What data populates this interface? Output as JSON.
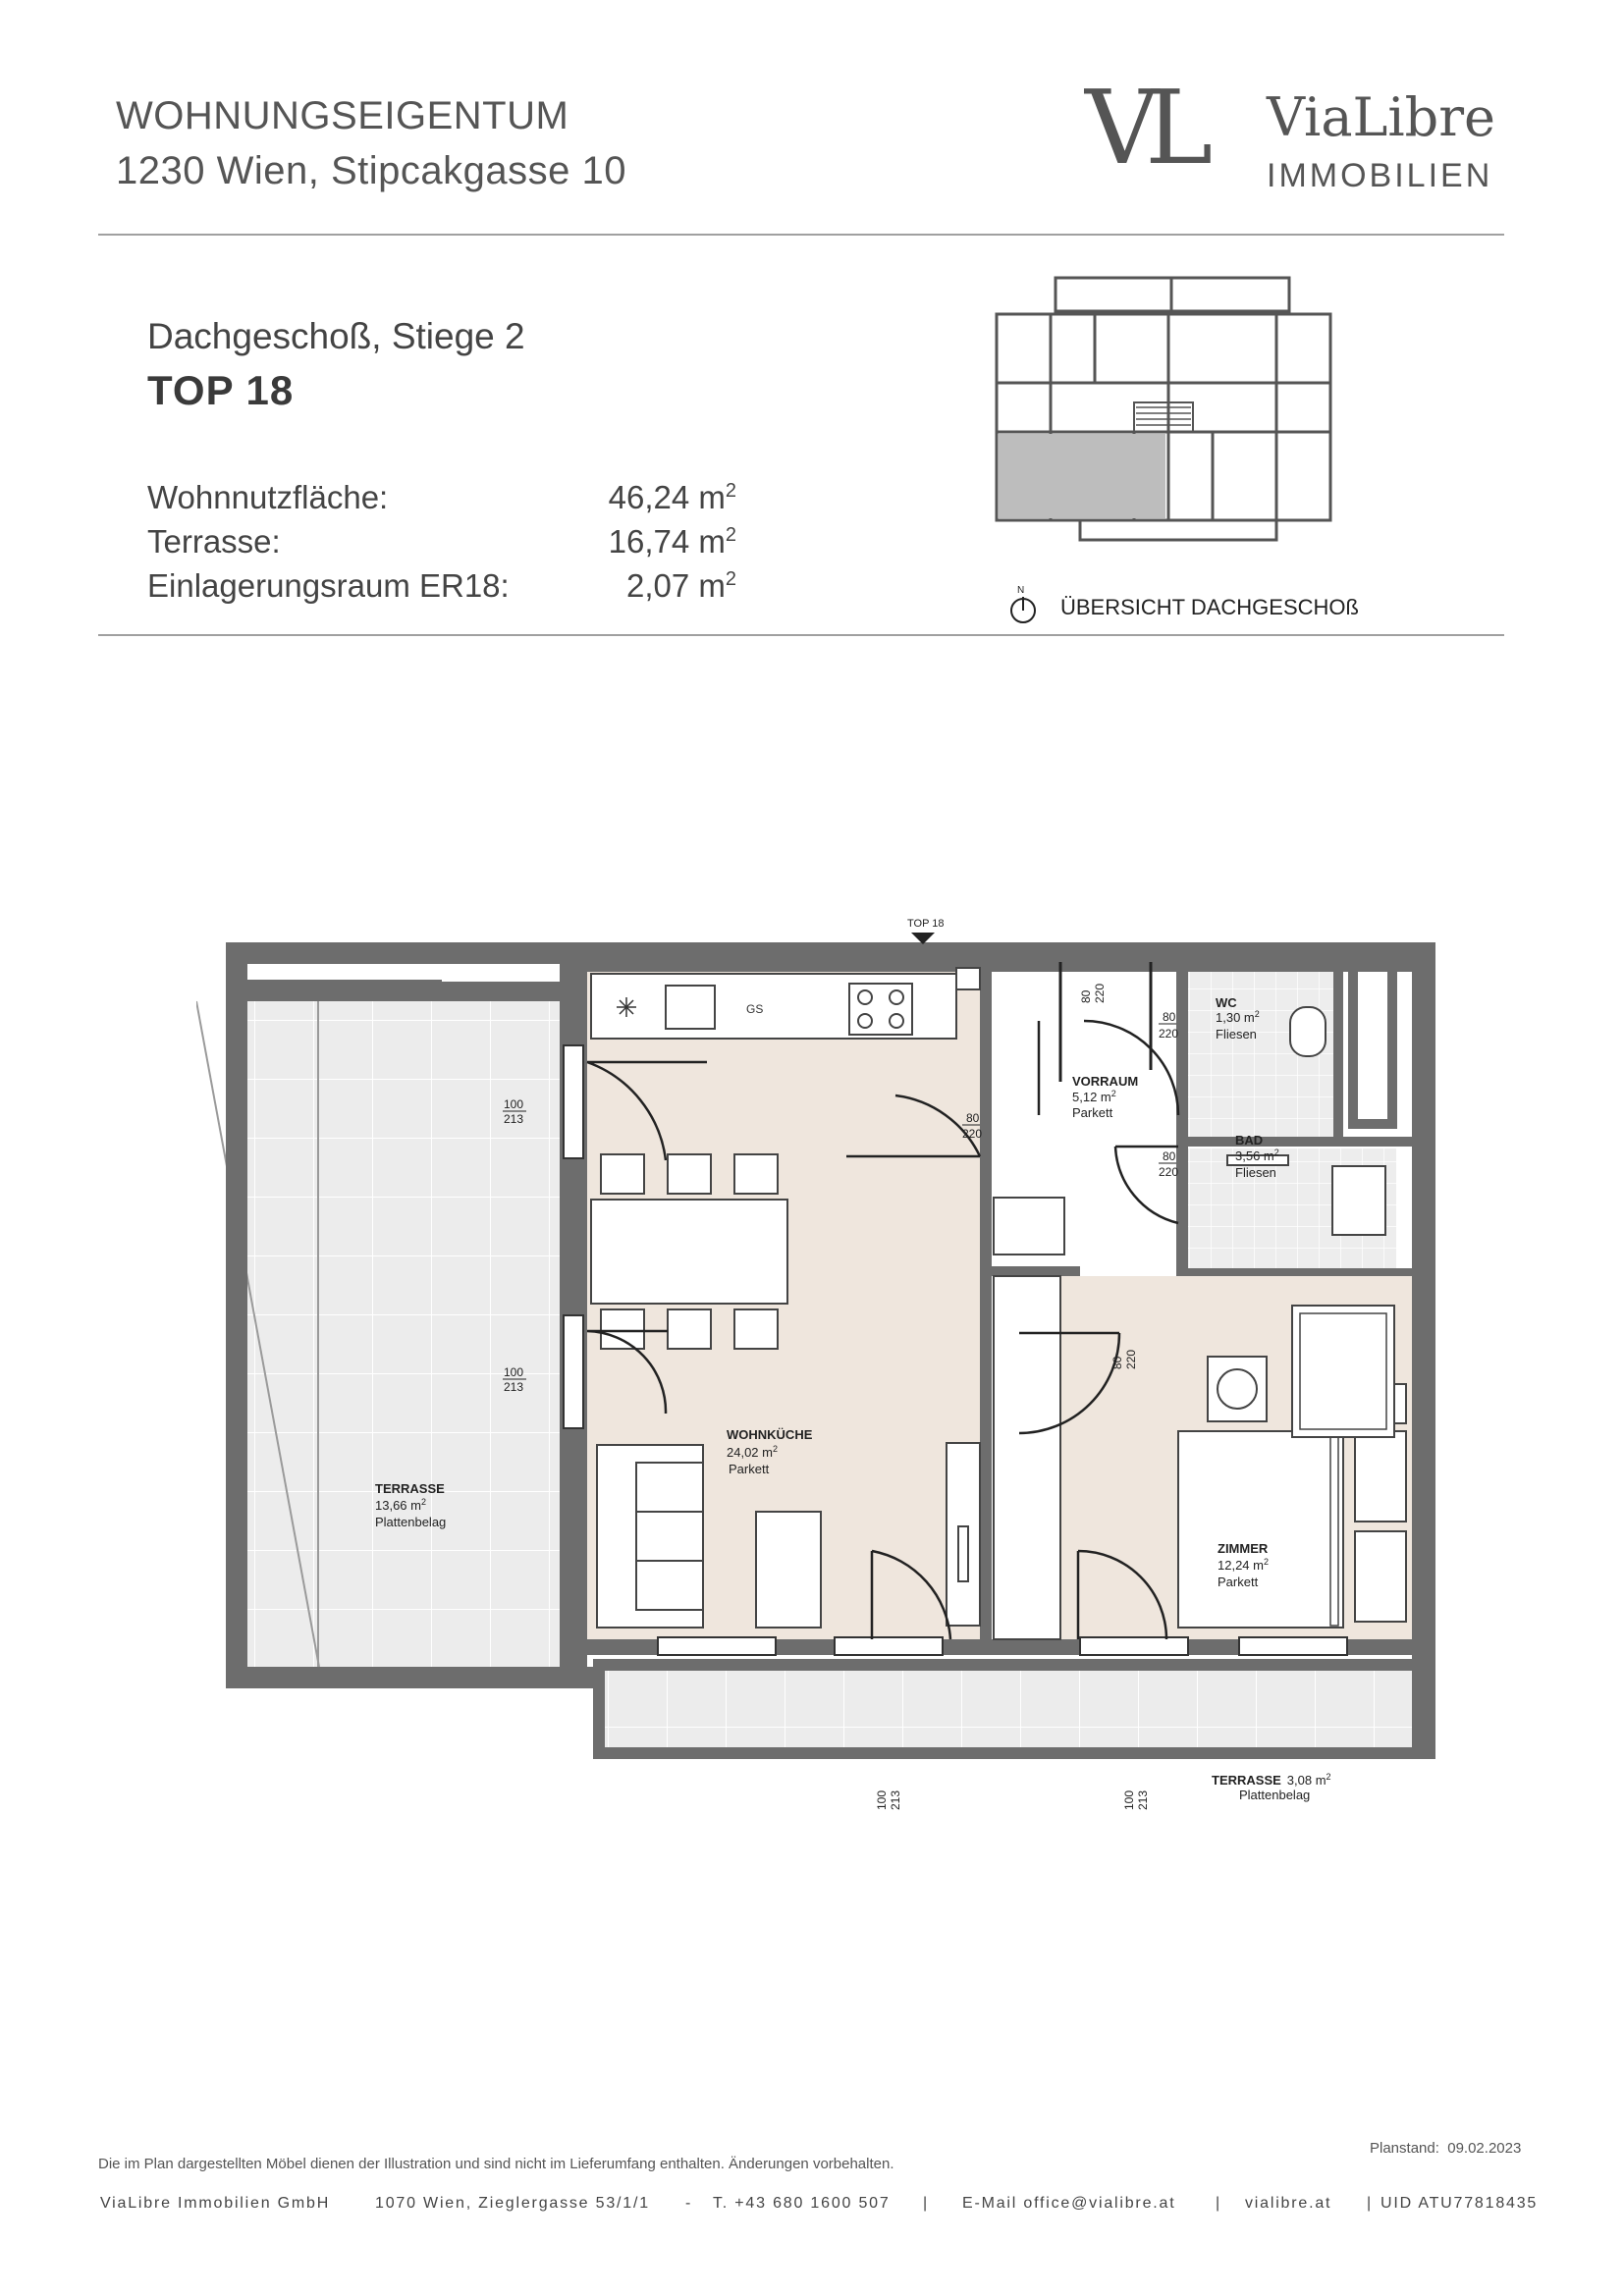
{
  "header": {
    "line1": "WOHNUNGSEIGENTUM",
    "line2": "1230 Wien, Stipcakgasse 10"
  },
  "logo": {
    "monogram": "VL",
    "name": "ViaLibre",
    "sub": "IMMOBILIEN"
  },
  "unit": {
    "floor": "Dachgeschoß, Stiege 2",
    "top": "TOP 18"
  },
  "areas": [
    {
      "label": "Wohnnutzfläche:",
      "value": "46,24 m",
      "unit_sup": "2"
    },
    {
      "label": "Terrasse:",
      "value": "16,74 m",
      "unit_sup": "2"
    },
    {
      "label": "Einlagerungsraum ER18:",
      "value": "2,07 m",
      "unit_sup": "2"
    }
  ],
  "overview": {
    "north": "N",
    "label": "ÜBERSICHT DACHGESCHOß"
  },
  "plan": {
    "entry_label": "TOP 18",
    "gs_label": "GS",
    "rooms": {
      "wohnkueche": {
        "name": "WOHNKÜCHE",
        "area": "24,02 m",
        "sup": "2",
        "floor": "Parkett"
      },
      "vorraum": {
        "name": "VORRAUM",
        "area": "5,12 m",
        "sup": "2",
        "floor": "Parkett"
      },
      "wc": {
        "name": "WC",
        "area": "1,30 m",
        "sup": "2",
        "floor": "Fliesen"
      },
      "bad": {
        "name": "BAD",
        "area": "3,56 m",
        "sup": "2",
        "floor": "Fliesen"
      },
      "zimmer": {
        "name": "ZIMMER",
        "area": "12,24 m",
        "sup": "2",
        "floor": "Parkett"
      },
      "terrasse_west": {
        "name": "TERRASSE",
        "area": "13,66 m",
        "sup": "2",
        "floor": "Plattenbelag"
      },
      "terrasse_sued": {
        "name": "TERRASSE",
        "area": "3,08 m",
        "sup": "2",
        "floor": "Plattenbelag"
      }
    },
    "doors": {
      "d_100": "100",
      "d_213": "213",
      "d_80": "80",
      "d_220": "220"
    }
  },
  "footer": {
    "note": "Die im Plan dargestellten Möbel dienen der Illustration und sind nicht im Lieferumfang enthalten. Änderungen vorbehalten.",
    "planstand_label": "Planstand:",
    "planstand_date": "09.02.2023",
    "company": "ViaLibre Immobilien GmbH",
    "address": "1070 Wien, Zieglergasse 53/1/1",
    "dash": "-",
    "phone": "T. +43 680 1600 507",
    "sep": "|",
    "email": "E-Mail office@vialibre.at",
    "web": "vialibre.at",
    "uid": "UID ATU77818435"
  },
  "colors": {
    "wall": "#6d6d6d",
    "floor_living": "#efe6dd",
    "tile": "#e9e9e9",
    "text": "#4a4a4a"
  }
}
